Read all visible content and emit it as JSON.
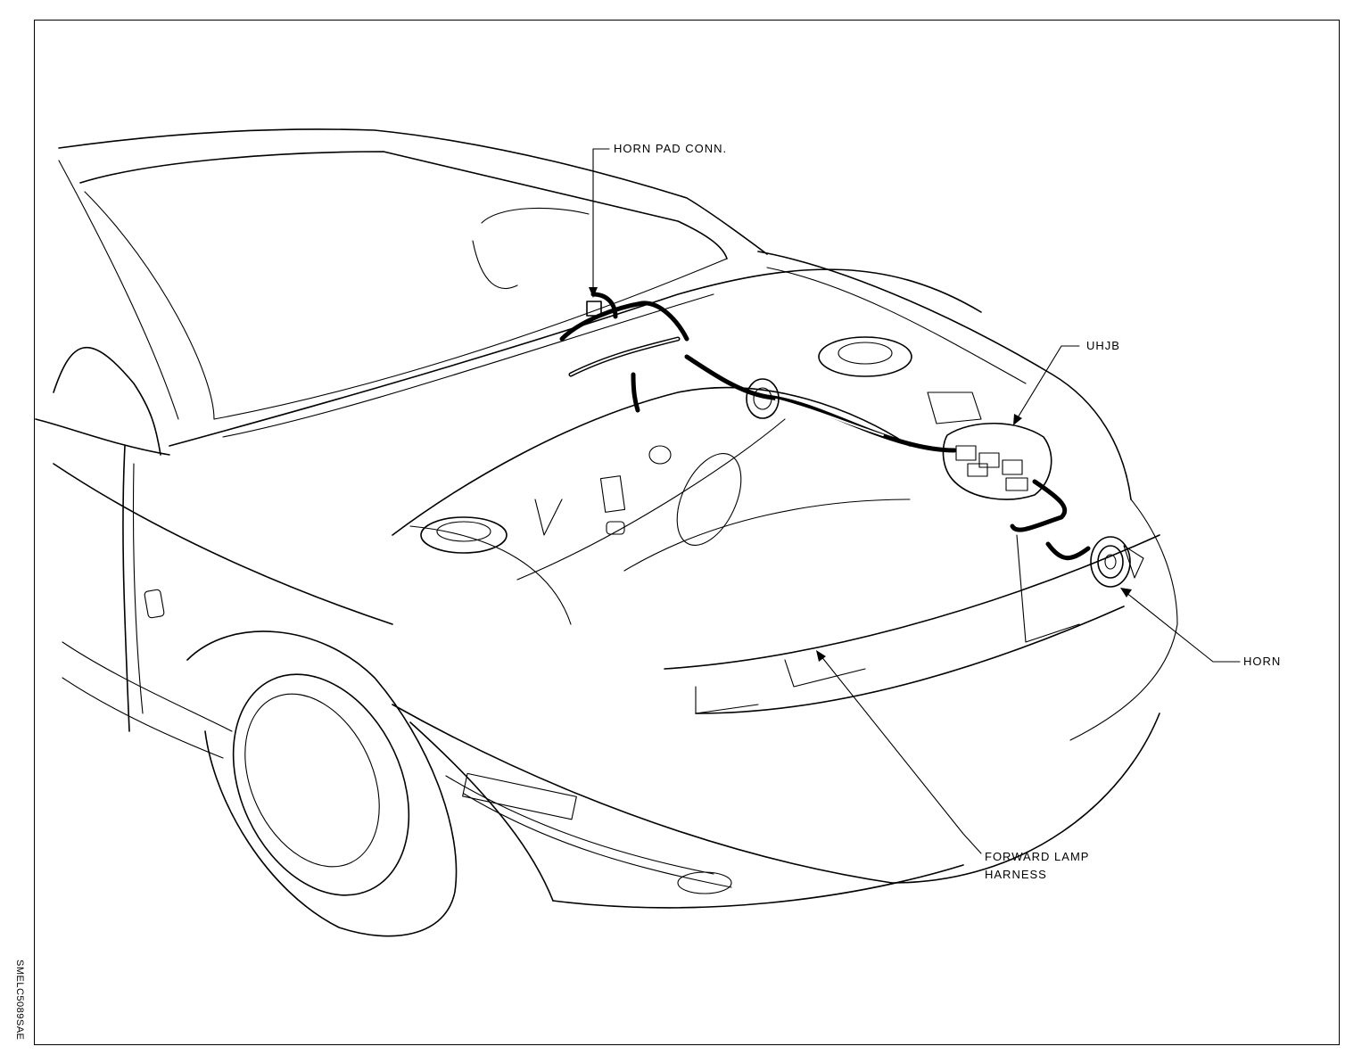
{
  "labels": {
    "horn_pad_conn": "HORN PAD CONN.",
    "uhjb": "UHJB",
    "horn": "HORN",
    "forward_lamp_line1": "FORWARD LAMP",
    "forward_lamp_line2": "HARNESS"
  },
  "figure_code": "SMELC5089SAE"
}
